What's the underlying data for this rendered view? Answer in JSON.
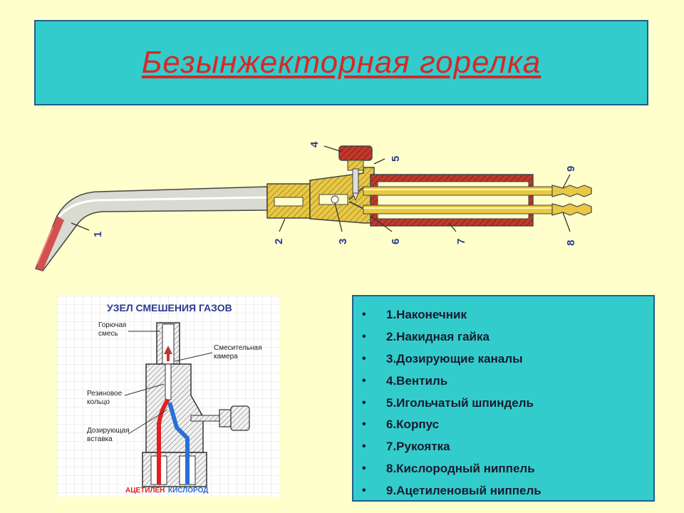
{
  "title": "Безынжекторная горелка",
  "torch_numbers": [
    "1",
    "2",
    "3",
    "4",
    "5",
    "6",
    "7",
    "8",
    "9"
  ],
  "mixing_unit": {
    "heading": "УЗЕЛ СМЕШЕНИЯ ГАЗОВ",
    "label_fuel_1": "Горючая",
    "label_fuel_2": "смесь",
    "label_chamber_1": "Смесительная",
    "label_chamber_2": "камера",
    "label_ring_1": "Резиновое",
    "label_ring_2": "кольцо",
    "label_insert_1": "Дозирующая",
    "label_insert_2": "вставка",
    "acetylene": "АЦЕТИЛЕН",
    "oxygen": "КИСЛОРОД"
  },
  "legend": {
    "bullet": "•",
    "items": [
      "1.Наконечник",
      "2.Накидная гайка",
      "3.Дозирующие каналы",
      "4.Вентиль",
      "5.Игольчатый шпиндель",
      "6.Корпус",
      "7.Рукоятка",
      "8.Кислородный ниппель",
      "9.Ацетиленовый ниппель"
    ]
  },
  "colors": {
    "background": "#ffffcc",
    "panel": "#33cccc",
    "title": "#d62828",
    "brass": "#e8c845",
    "handle": "#c0392b",
    "acetylene": "#e02020",
    "oxygen": "#2a6fd6"
  }
}
